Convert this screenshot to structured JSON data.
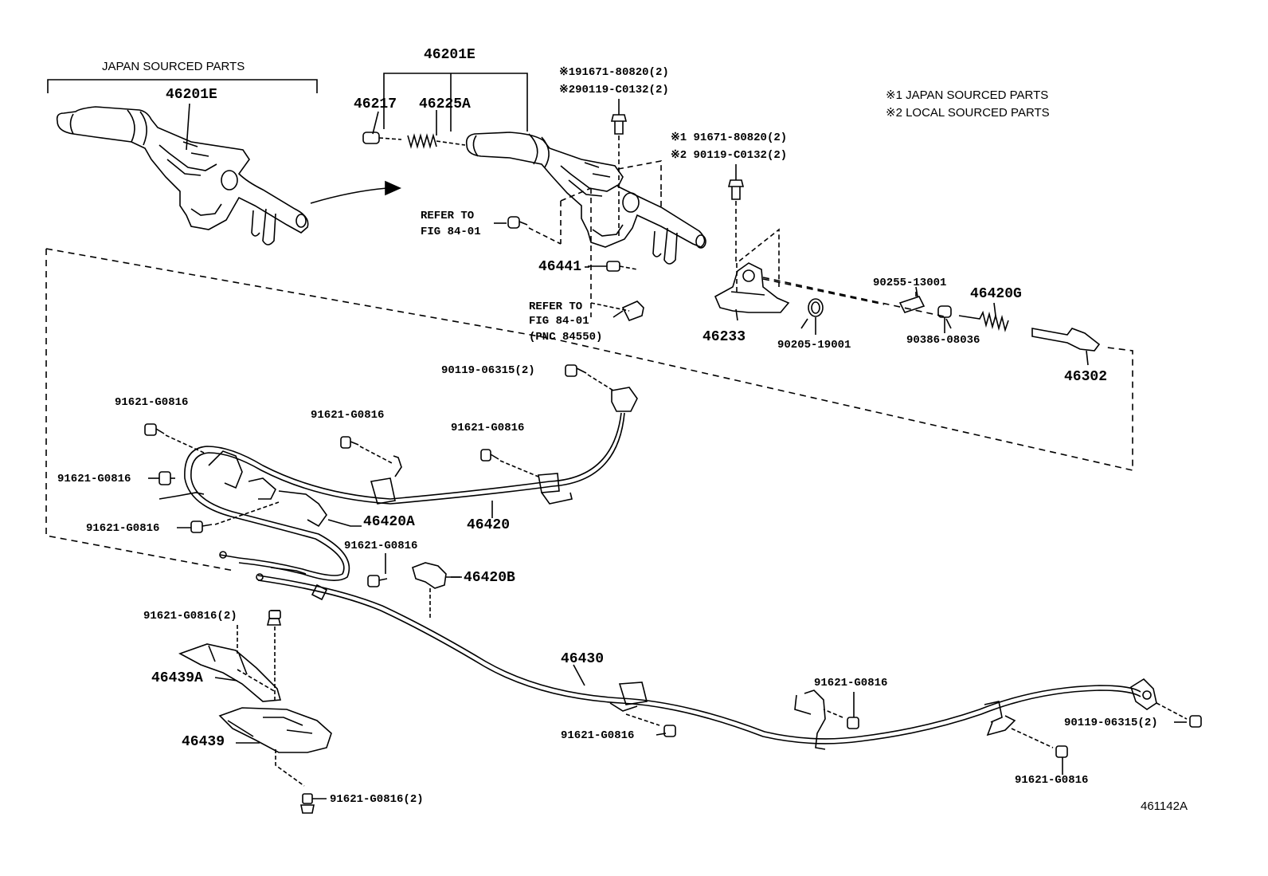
{
  "header": {
    "japan_sourced_parts": "JAPAN SOURCED PARTS",
    "legend_1": "※1 JAPAN SOURCED PARTS",
    "legend_2": "※2 LOCAL SOURCED PARTS"
  },
  "labels": {
    "p46201E_left": "46201E",
    "p46201E_right": "46201E",
    "p46217": "46217",
    "p46225A": "46225A",
    "bolt_top_1": "※191671-80820(2)",
    "bolt_top_2": "※290119-C0132(2)",
    "bolt_side_1": "※1 91671-80820(2)",
    "bolt_side_2": "※2 90119-C0132(2)",
    "refer_a_1": "REFER TO",
    "refer_a_2": "FIG 84-01",
    "p46441": "46441",
    "refer_b_1": "REFER TO",
    "refer_b_2": "FIG 84-01",
    "refer_b_3": "(PNC 84550)",
    "p46233": "46233",
    "p90205": "90205-19001",
    "p90255": "90255-13001",
    "p46420G": "46420G",
    "p90386": "90386-08036",
    "p46302": "46302",
    "p90119_top": "90119-06315(2)",
    "c1": "91621-G0816",
    "c2": "91621-G0816",
    "c3": "91621-G0816",
    "c4": "91621-G0816",
    "c5": "91621-G0816",
    "p46420A": "46420A",
    "p46420": "46420",
    "c6": "91621-G0816",
    "p46420B": "46420B",
    "c7": "91621-G0816(2)",
    "p46439A": "46439A",
    "p46439": "46439",
    "c8": "91621-G0816(2)",
    "p46430": "46430",
    "c9": "91621-G0816",
    "c10": "91621-G0816",
    "p90119_bottom": "90119-06315(2)",
    "c11": "91621-G0816",
    "illustration_id": "461142A"
  }
}
